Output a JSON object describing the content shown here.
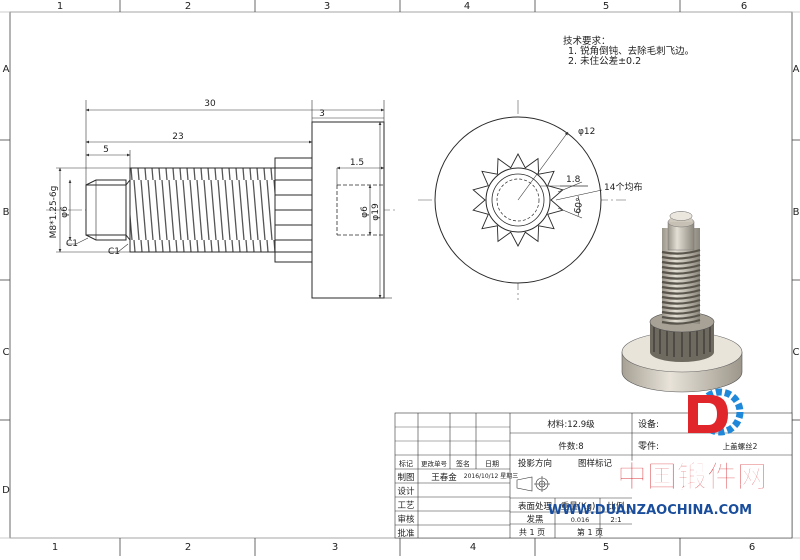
{
  "border": {
    "col_labels": [
      "1",
      "2",
      "3",
      "4",
      "5",
      "6"
    ],
    "row_labels": [
      "A",
      "B",
      "C",
      "D"
    ]
  },
  "tech_req": {
    "title": "技术要求：",
    "line1": "1. 锐角倒钝、去除毛刺飞边。",
    "line2": "2. 未住公差±0.2"
  },
  "side_view": {
    "dim_overall": "30",
    "dim_shaft": "23",
    "dim_pilot": "5",
    "dim_flange": "3",
    "dim_counterbore": "1.5",
    "thread": "M8*1.25-6g",
    "dia_pilot": "φ6",
    "dia_bore": "φ6",
    "dia_flange": "φ19",
    "chamfer1": "C1",
    "chamfer2": "C1"
  },
  "front_view": {
    "dia_gear": "φ12",
    "tooth_depth": "1.8",
    "tooth_angle": "60°",
    "tooth_note": "14个均布"
  },
  "title_block": {
    "material": "材料:12.9级",
    "count": "件数:8",
    "equipment_label": "设备:",
    "part_label": "零件:",
    "part_name": "上盖螺丝2",
    "projection": "投影方向",
    "pattern_mark": "图样标记",
    "surface_label": "表面处理",
    "surface_value": "发黑",
    "weight_label": "重量(Kg)",
    "scale_label": "比例",
    "weight_value": "0.016",
    "scale_value": "2:1",
    "total_sheets": "共  1  页",
    "sheet_no": "第  1  页",
    "headers": [
      "标记",
      "更改单号",
      "签名",
      "日期"
    ],
    "roles": [
      "制图",
      "设计",
      "工艺",
      "审核",
      "批准"
    ],
    "drafter": "王春金",
    "date": "2016/10/12 星期三"
  },
  "watermark": {
    "cn": "中国锻件网",
    "url": "WWW.DUANZAOCHINA.COM"
  },
  "colors": {
    "line": "#2a2a2a",
    "dim": "#333333",
    "logo_red": "#e0262b",
    "logo_blue": "#1f88d8",
    "metal": "#c8c2b6"
  }
}
